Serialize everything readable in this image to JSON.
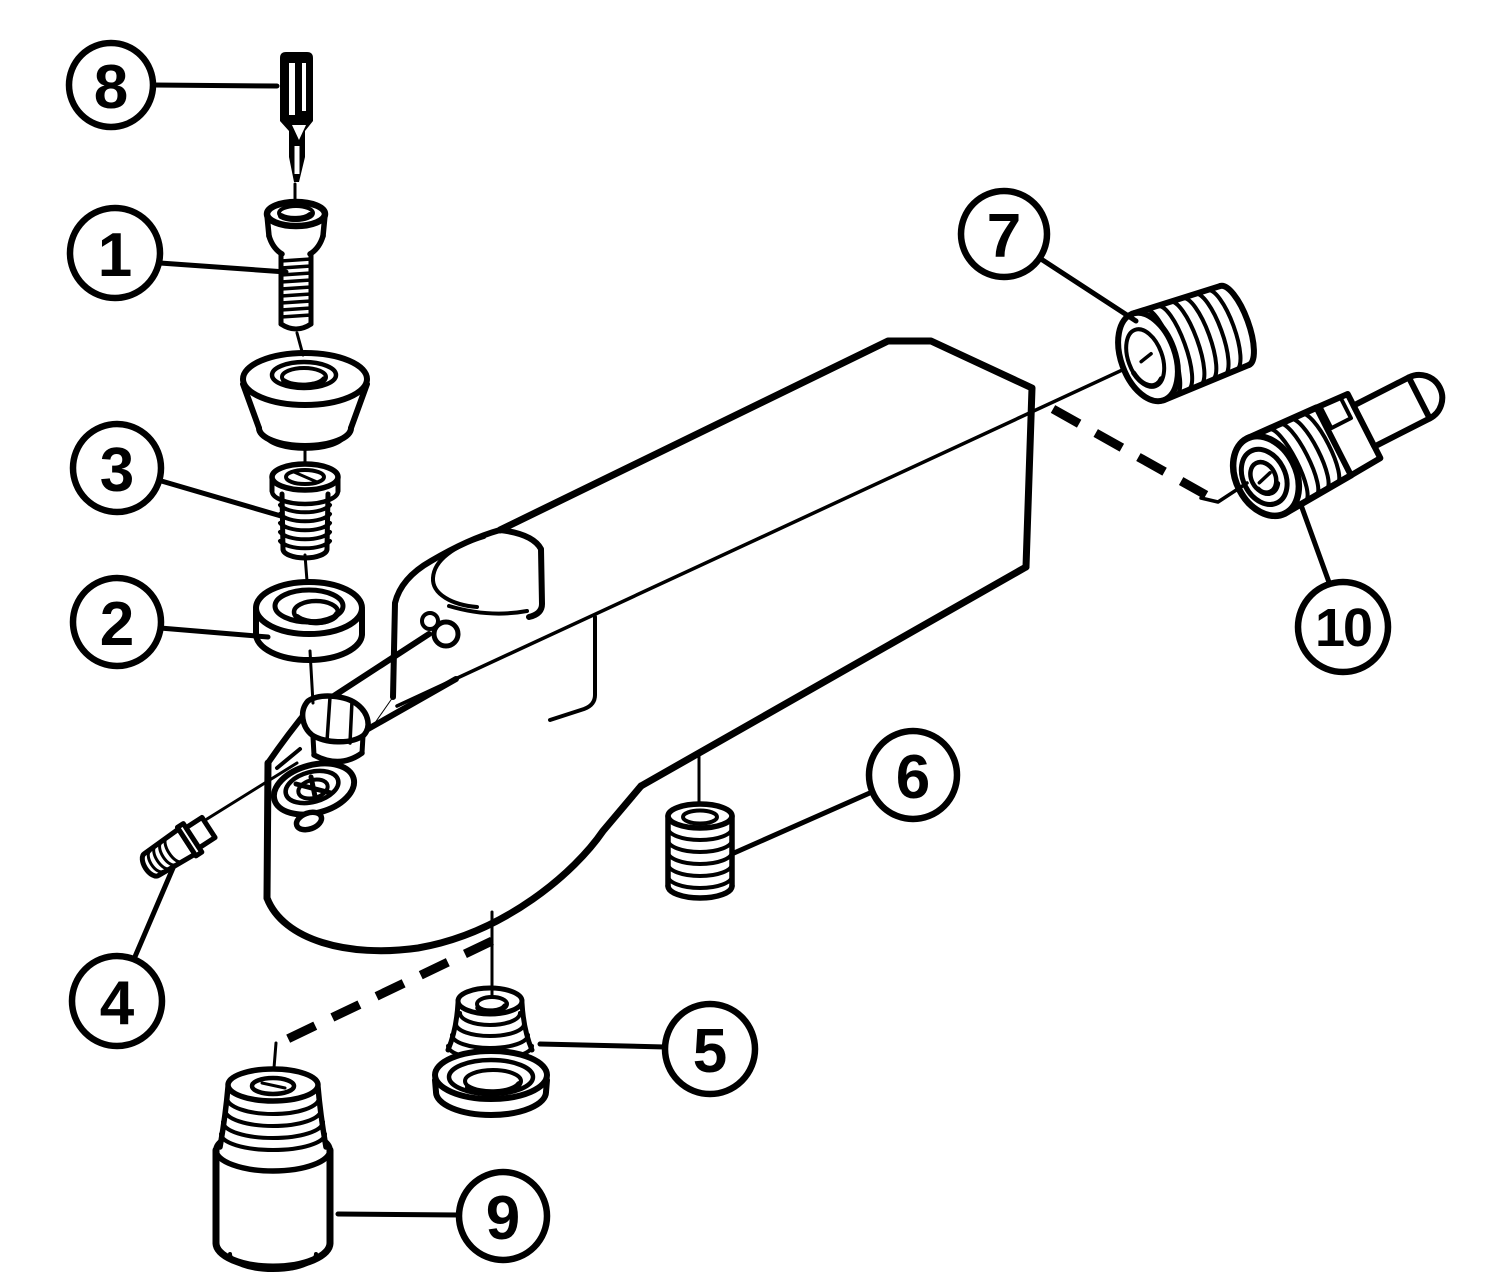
{
  "figure": {
    "background_color": "#ffffff",
    "line_color": "#000000"
  },
  "callouts": [
    {
      "label": "1"
    },
    {
      "label": "2"
    },
    {
      "label": "3"
    },
    {
      "label": "4"
    },
    {
      "label": "5"
    },
    {
      "label": "6"
    },
    {
      "label": "7"
    },
    {
      "label": "8"
    },
    {
      "label": "9"
    },
    {
      "label": "10"
    }
  ]
}
